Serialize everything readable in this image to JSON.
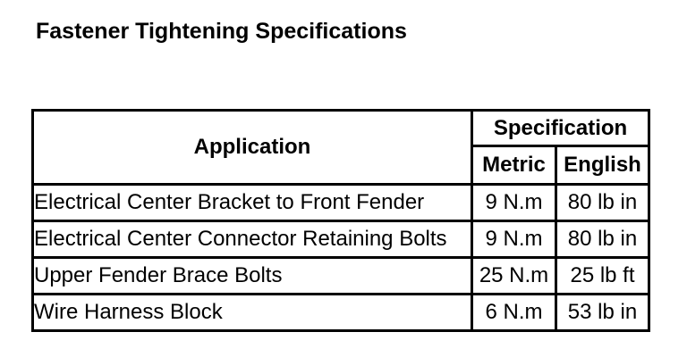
{
  "title": "Fastener Tightening Specifications",
  "table": {
    "columns": {
      "application_label": "Application",
      "specification_label": "Specification",
      "metric_label": "Metric",
      "english_label": "English"
    },
    "rows": [
      {
        "application": "Electrical Center Bracket to Front Fender",
        "metric": "9 N.m",
        "english": "80 lb in"
      },
      {
        "application": "Electrical Center Connector Retaining Bolts",
        "metric": "9 N.m",
        "english": "80 lb in"
      },
      {
        "application": "Upper Fender Brace Bolts",
        "metric": "25 N.m",
        "english": "25 lb ft"
      },
      {
        "application": "Wire Harness Block",
        "metric": "6 N.m",
        "english": "53 lb in"
      }
    ]
  },
  "colors": {
    "text": "#000000",
    "border": "#000000",
    "background": "#ffffff"
  }
}
